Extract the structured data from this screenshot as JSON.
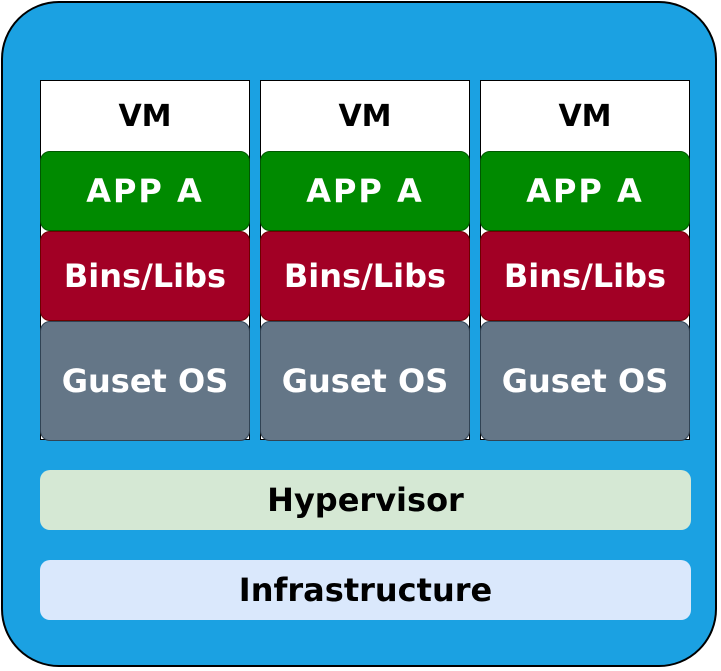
{
  "vms": [
    {
      "title": "VM",
      "app": "APP A",
      "bins": "Bins/Libs",
      "os": "Guset OS"
    },
    {
      "title": "VM",
      "app": "APP A",
      "bins": "Bins/Libs",
      "os": "Guset OS"
    },
    {
      "title": "VM",
      "app": "APP A",
      "bins": "Bins/Libs",
      "os": "Guset OS"
    }
  ],
  "hypervisor": "Hypervisor",
  "infrastructure": "Infrastructure",
  "colors": {
    "frame": "#1ba1e2",
    "app": "#008a00",
    "bins": "#a20025",
    "guest_os": "#647687",
    "hypervisor": "#d5e8d4",
    "infrastructure": "#dae8fc"
  }
}
